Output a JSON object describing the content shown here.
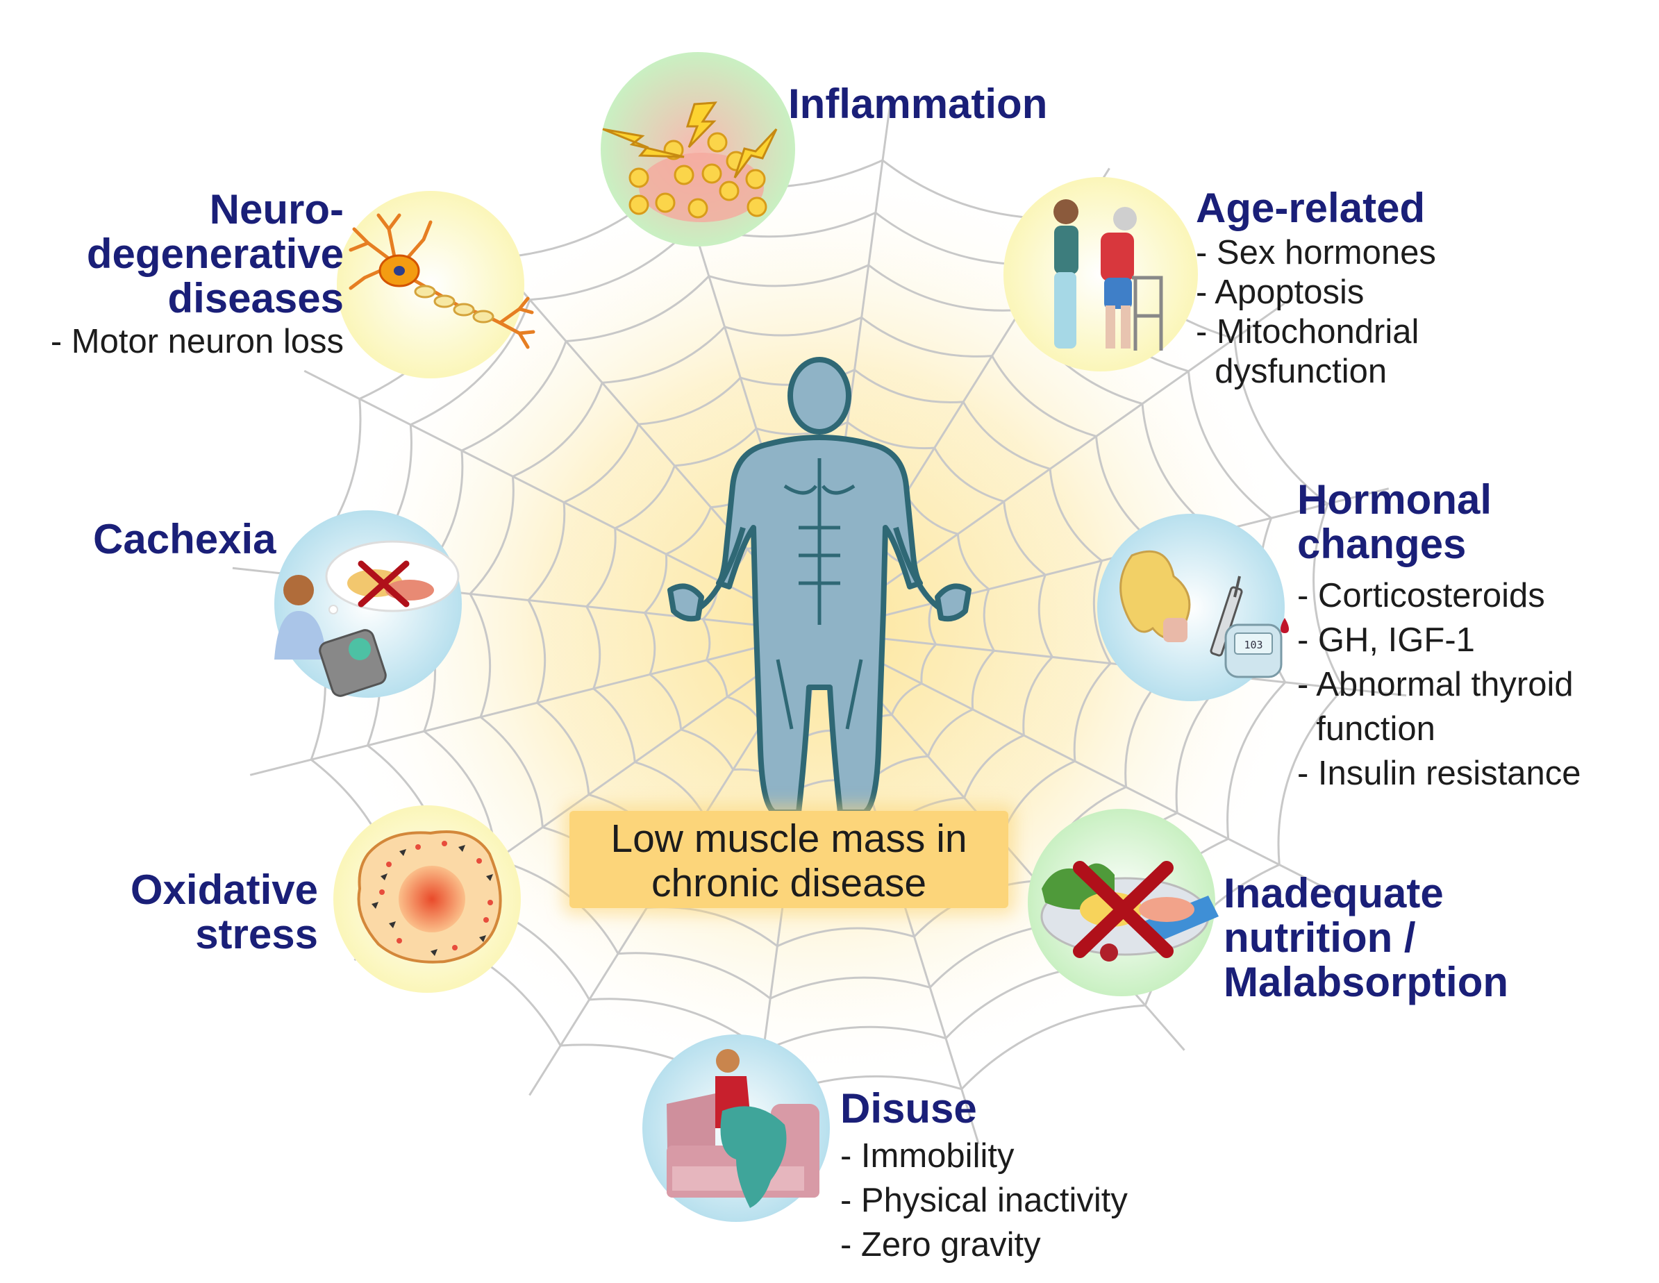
{
  "center_label": [
    "Low muscle mass in",
    "chronic disease"
  ],
  "factors": {
    "inflammation": {
      "title": [
        "Inflammation"
      ],
      "items": []
    },
    "age_related": {
      "title": [
        "Age-related"
      ],
      "items": [
        "- Sex hormones",
        "- Apoptosis",
        "- Mitochondrial",
        "  dysfunction"
      ]
    },
    "neurodegenerative": {
      "title": [
        "Neuro-",
        "degenerative",
        "diseases"
      ],
      "items": [
        "- Motor neuron loss"
      ]
    },
    "cachexia": {
      "title": [
        "Cachexia"
      ],
      "items": []
    },
    "hormonal": {
      "title": [
        "Hormonal",
        "changes"
      ],
      "items": [
        "- Corticosteroids",
        "- GH, IGF-1",
        "- Abnormal thyroid",
        "  function",
        "- Insulin resistance"
      ]
    },
    "oxidative": {
      "title": [
        "Oxidative",
        "stress"
      ],
      "items": []
    },
    "nutrition": {
      "title": [
        "Inadequate",
        "nutrition /",
        "Malabsorption"
      ],
      "items": []
    },
    "disuse": {
      "title": [
        "Disuse"
      ],
      "items": [
        "- Immobility",
        "- Physical inactivity",
        "- Zero gravity"
      ]
    }
  },
  "glucometer_reading": "103",
  "colors": {
    "title": "#1a1f78",
    "body_figure": "#8fb3c6",
    "body_outline": "#2f6875",
    "web": "#c8c8c8",
    "center_box": "#fcd57a",
    "red_cross": "#b0101a"
  }
}
